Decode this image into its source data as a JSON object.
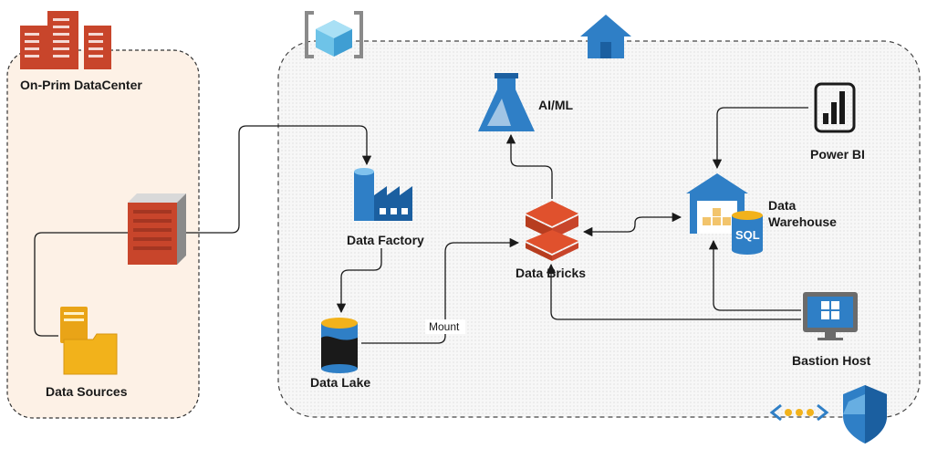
{
  "zones": {
    "onprem": {
      "label": "On-Prim DataCenter"
    }
  },
  "nodes": {
    "data_sources": {
      "label": "Data Sources"
    },
    "data_factory": {
      "label": "Data Factory"
    },
    "data_lake": {
      "label": "Data Lake"
    },
    "ai_ml": {
      "label": "AI/ML"
    },
    "data_bricks": {
      "label": "Data Bricks"
    },
    "data_warehouse": {
      "label_line1": "Data",
      "label_line2": "Warehouse",
      "sql_text": "SQL"
    },
    "power_bi": {
      "label": "Power BI"
    },
    "bastion_host": {
      "label": "Bastion Host"
    }
  },
  "edges": {
    "mount": {
      "label": "Mount"
    }
  },
  "colors": {
    "onprem_fill": "#fdf1e6",
    "azure_fill": "#f6f6f6",
    "server_orange": "#c8452b",
    "azure_blue": "#2f7fc6",
    "bricks_orange": "#e0512d",
    "folder_yellow": "#f2b21b"
  }
}
